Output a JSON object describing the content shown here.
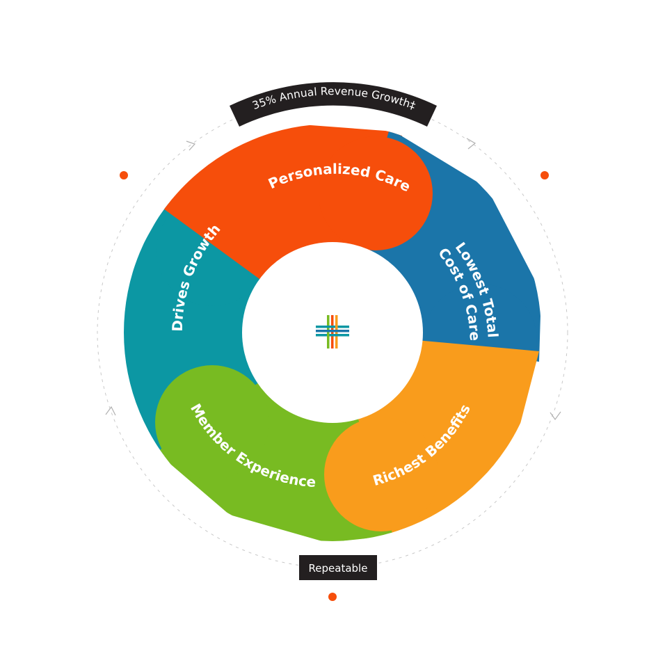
{
  "diagram": {
    "top_banner": "35% Annual Revenue Growth‡",
    "bottom_banner": "Repeatable",
    "segments": [
      {
        "label": "Personalized Care",
        "color": "#f64e0b"
      },
      {
        "label_line1": "Lowest Total",
        "label_line2": "Cost of Care",
        "color": "#1b75a9"
      },
      {
        "label": "Richest Benefits",
        "color": "#f99c1c"
      },
      {
        "label": "Member Experience",
        "color": "#78bb22"
      },
      {
        "label": "Drives Growth",
        "color": "#0c97a3"
      }
    ],
    "accent_dot_color": "#f64e0b",
    "banner_color": "#231f20",
    "center_icon": "interwoven-cross-logo-icon"
  }
}
